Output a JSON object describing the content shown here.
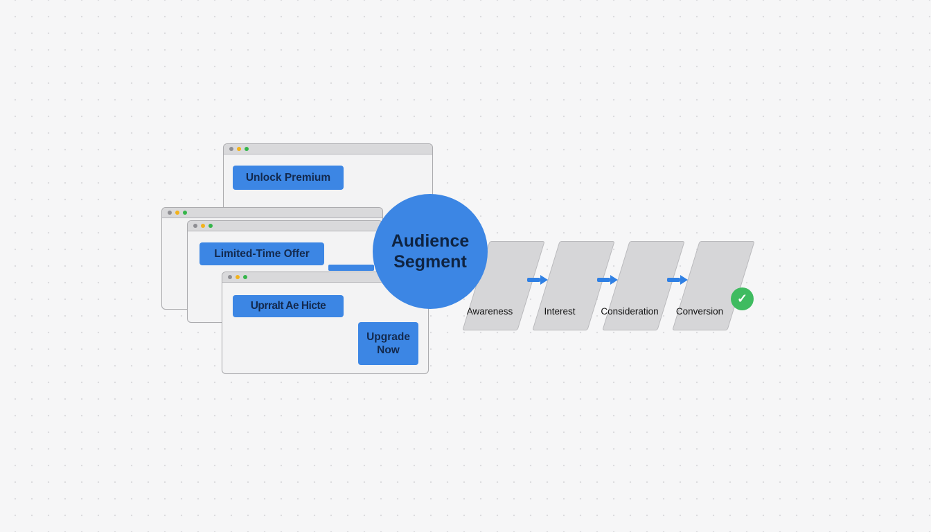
{
  "diagram": {
    "windows": {
      "back": {
        "button": "Unlock Premium"
      },
      "middle": {
        "button": "Limited-Time Offer"
      },
      "front": {
        "button": "Uprralt Ae Hicte",
        "cta": "Upgrade Now"
      }
    },
    "audience_circle": {
      "line1": "Audience",
      "line2": "Segment"
    },
    "funnel": {
      "stages": [
        "Awareness",
        "Interest",
        "Consideration",
        "Conversion"
      ],
      "check": "✓"
    },
    "colors": {
      "accent_blue": "#3c86e4",
      "stage_gray": "#d6d6d8",
      "success_green": "#3fbb60",
      "background": "#f6f6f7"
    }
  }
}
